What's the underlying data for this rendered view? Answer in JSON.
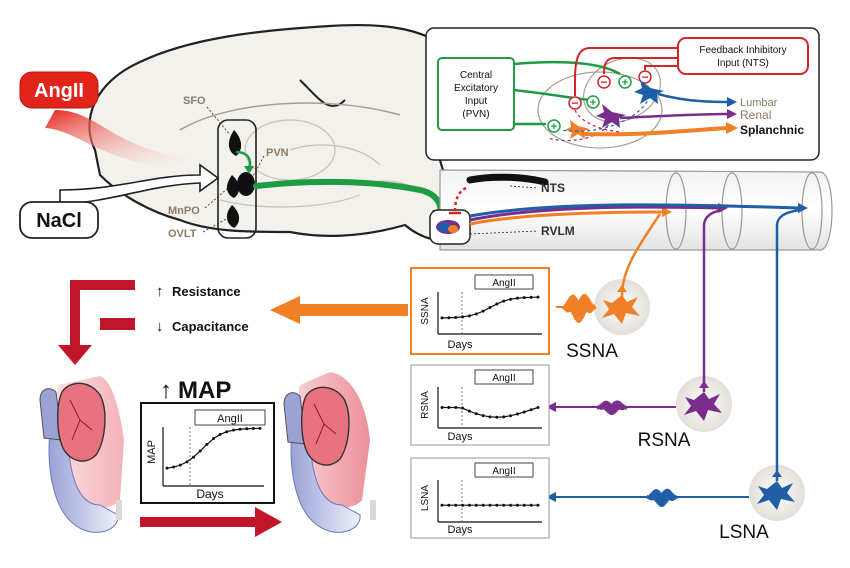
{
  "inputs": {
    "angii": "AngII",
    "nacl": "NaCl"
  },
  "brain_labels": {
    "sfo": "SFO",
    "mnpo": "MnPO",
    "ovlt": "OVLT",
    "pvn": "PVN",
    "nts": "NTS",
    "rvlm": "RVLM"
  },
  "inset": {
    "central_line1": "Central",
    "central_line2": "Excitatory",
    "central_line3": "Input",
    "central_line4": "(PVN)",
    "feedback_line1": "Feedback Inhibitory",
    "feedback_line2": "Input (NTS)",
    "lumbar": "Lumbar",
    "renal": "Renal",
    "splanchnic": "Splanchnic"
  },
  "effects": {
    "resistance": "Resistance",
    "capacitance": "Capacitance",
    "map": "MAP"
  },
  "map_chart": {
    "stimulus": "AngII",
    "xlabel": "Days",
    "ylabel": "MAP"
  },
  "nerve_charts": [
    {
      "ylabel": "SSNA",
      "stimulus": "AngII",
      "xlabel": "Days",
      "label": "SSNA"
    },
    {
      "ylabel": "RSNA",
      "stimulus": "AngII",
      "xlabel": "Days",
      "label": "RSNA"
    },
    {
      "ylabel": "LSNA",
      "stimulus": "AngII",
      "xlabel": "Days",
      "label": "LSNA"
    }
  ],
  "colors": {
    "splanchnic": "#f07f25",
    "renal": "#7b2d8e",
    "lumbar": "#1f5fa8",
    "excitatory": "#1e9b45",
    "inhibitory": "#d2232a",
    "angii": "#e2231a",
    "heart": "#e8737f",
    "kidney": "#9aa2d6"
  },
  "icons": {
    "up": "arrow-up-icon",
    "down": "arrow-down-icon",
    "plus": "plus-icon",
    "minus": "minus-icon"
  }
}
